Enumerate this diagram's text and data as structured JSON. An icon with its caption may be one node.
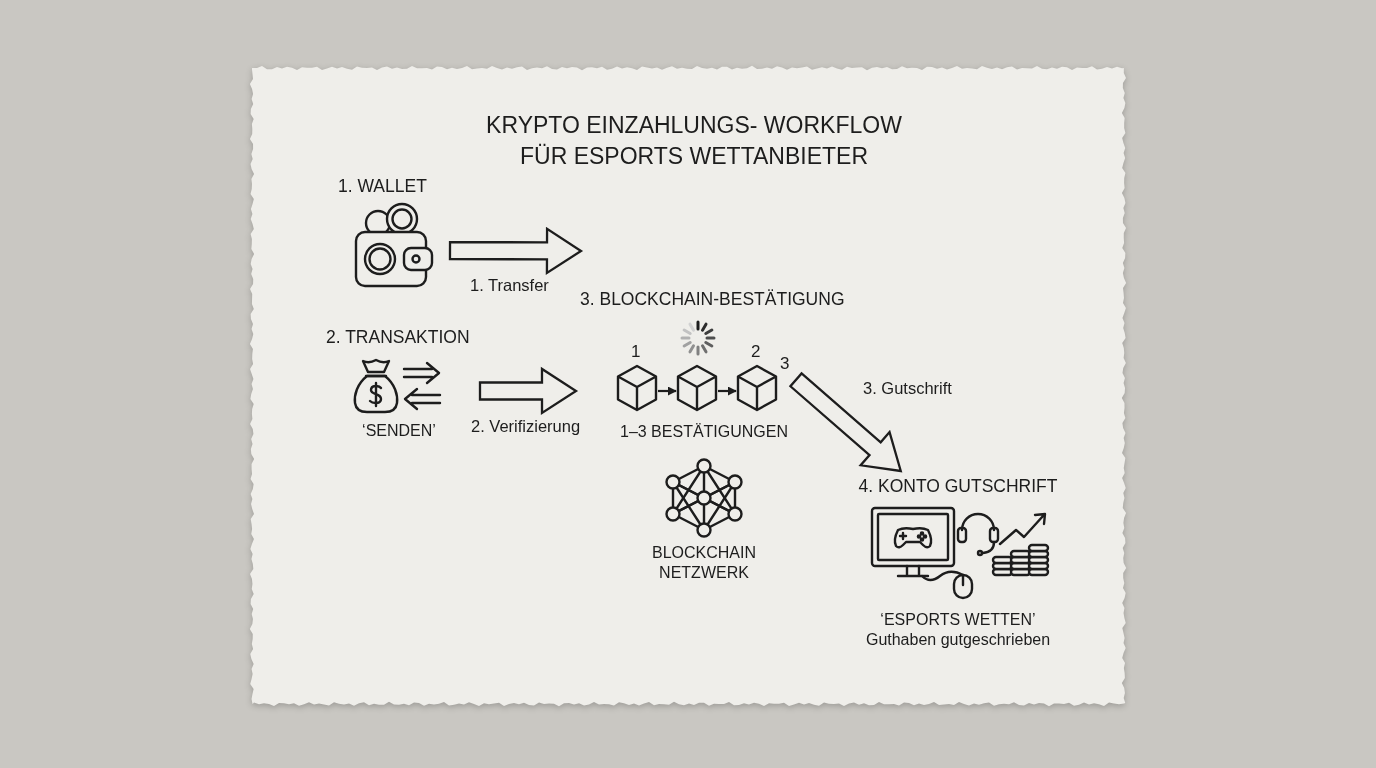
{
  "diagram": {
    "title": "KRYPTO EINZAHLUNGS- WORKFLOW FÜR ESPORTS WETTANBIETER",
    "nodes": [
      {
        "text": [
          "1. WALLET"
        ]
      },
      {
        "text": [
          "2. TRANSAKTION",
          "‘SENDEN’"
        ]
      },
      {
        "text": [
          "3. BLOCKCHAIN-BESTÄTIGUNG",
          "1–3 BESTÄTIGUNGEN"
        ]
      },
      {
        "text": [],
        "shape": "cube",
        "in": 2,
        "beside": [
          "1"
        ]
      },
      {
        "text": [],
        "shape": "cube",
        "in": 2
      },
      {
        "text": [],
        "shape": "cube",
        "in": 2,
        "beside": [
          "2",
          "3"
        ]
      },
      {
        "text": [
          "BLOCKCHAIN NETZWERK"
        ]
      },
      {
        "text": [
          "4. KONTO GUTSCHRIFT",
          "‘ESPORTS WETTEN’",
          "Guthaben gutgeschrieben"
        ]
      }
    ],
    "edges": [
      {
        "from": 0,
        "to": null,
        "arrow": "to",
        "label": "1. Transfer",
        "style": "thick"
      },
      {
        "from": 1,
        "to": 2,
        "arrow": "to",
        "label": "2. Verifizierung",
        "style": "thick"
      },
      {
        "from": 5,
        "to": 7,
        "arrow": "to",
        "label": "3. Gutschrift",
        "style": "thick"
      },
      {
        "from": 3,
        "to": 4,
        "arrow": "to"
      },
      {
        "from": 4,
        "to": 5,
        "arrow": "to"
      }
    ]
  }
}
